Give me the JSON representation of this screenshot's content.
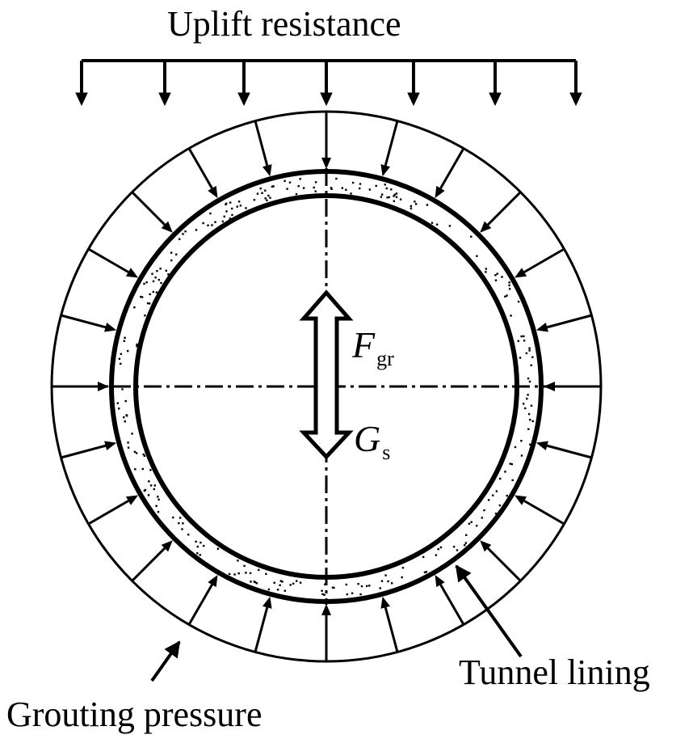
{
  "labels": {
    "uplift": "Uplift resistance",
    "grouting": "Grouting pressure",
    "lining": "Tunnel lining"
  },
  "symbols": {
    "fgr": {
      "main": "F",
      "sub": "gr"
    },
    "gs": {
      "main": "G",
      "sub": "s"
    }
  },
  "colors": {
    "ink": "#000000",
    "background": "#ffffff"
  },
  "icons": {
    "uplift_arrows": "down-arrow-icon",
    "pressure_arrows": "radial-arrow-icon",
    "grout_texture": "stipple-dots"
  }
}
